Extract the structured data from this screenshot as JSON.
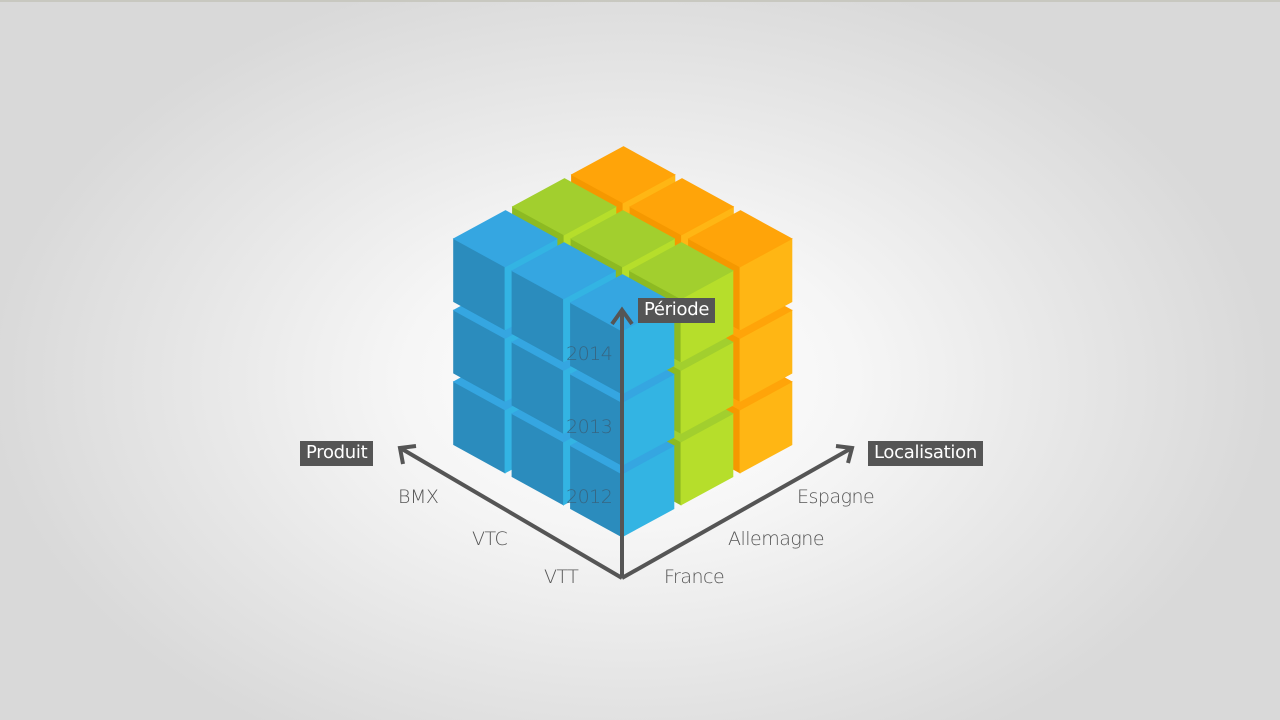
{
  "diagram": {
    "type": "olap-cube",
    "dimensions": {
      "produit": {
        "label": "Produit",
        "members": [
          "VTT",
          "VTC",
          "BMX"
        ]
      },
      "localisation": {
        "label": "Localisation",
        "members": [
          "France",
          "Allemagne",
          "Espagne"
        ]
      },
      "periode": {
        "label": "Période",
        "members": [
          "2012",
          "2013",
          "2014"
        ]
      }
    },
    "slab_colors": [
      {
        "country": "France",
        "top": "#35a6e1",
        "left": "#2b8cbd",
        "right": "#33b4e3"
      },
      {
        "country": "Allemagne",
        "top": "#a2cf2e",
        "left": "#8dba22",
        "right": "#b6de2b"
      },
      {
        "country": "Espagne",
        "top": "#ffa409",
        "left": "#f59800",
        "right": "#ffb614"
      }
    ],
    "axis_color": "#555555"
  }
}
